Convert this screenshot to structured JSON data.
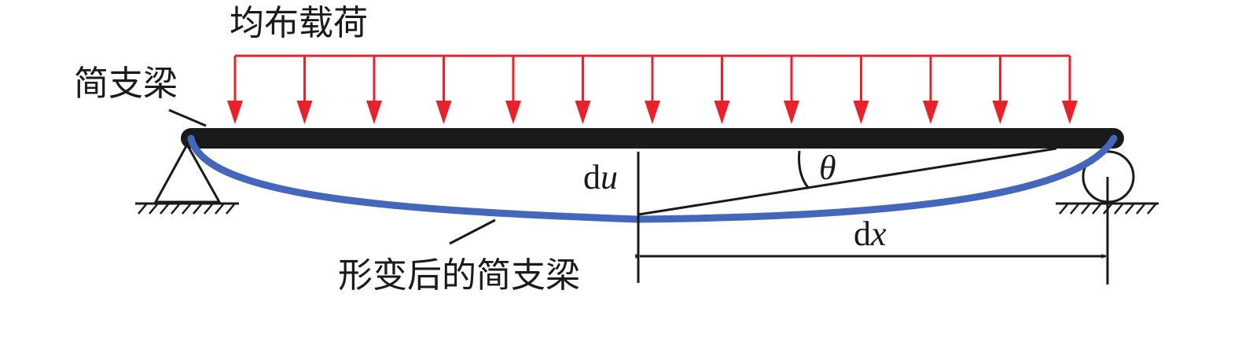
{
  "labels": {
    "load": "均布载荷",
    "beam": "简支梁",
    "deformed_beam": "形变后的简支梁",
    "du_prefix": "d",
    "du_var": "u",
    "dx_prefix": "d",
    "dx_var": "x",
    "theta": "θ"
  },
  "load_arrow_count": 13,
  "colors": {
    "load_arrows": "#e8212b",
    "beam": "#1a1a1a",
    "deformed_beam": "#4466bb",
    "lines": "#1a1a1a"
  }
}
